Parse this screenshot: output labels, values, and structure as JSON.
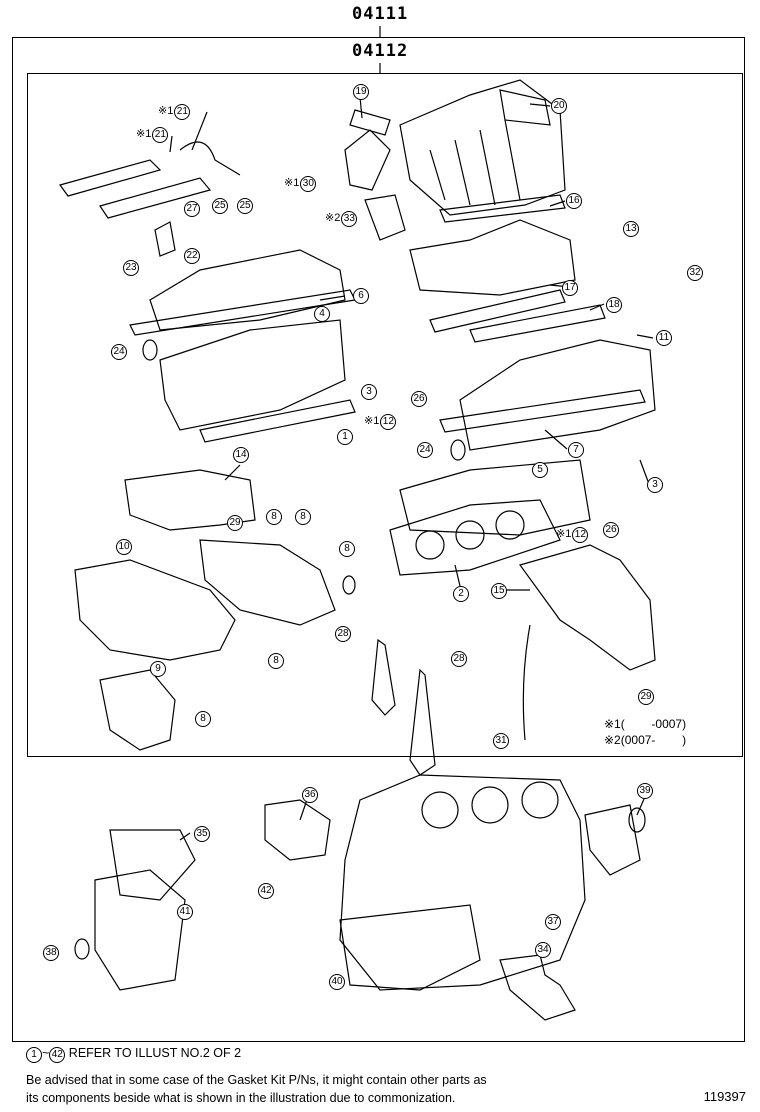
{
  "header": {
    "kit_code": "04111",
    "sub_kit_code": "04112"
  },
  "legend": [
    {
      "mark": "※1",
      "text": "(        -0007)"
    },
    {
      "mark": "※2",
      "text": "(0007-        )"
    }
  ],
  "callouts": [
    {
      "mark": "※1",
      "num": "21"
    },
    {
      "mark": "※1",
      "num": "21"
    },
    {
      "mark": "",
      "num": "19"
    },
    {
      "mark": "",
      "num": "20"
    },
    {
      "mark": "※1",
      "num": "30"
    },
    {
      "mark": "",
      "num": "25"
    },
    {
      "mark": "",
      "num": "25"
    },
    {
      "mark": "",
      "num": "27"
    },
    {
      "mark": "※2",
      "num": "33"
    },
    {
      "mark": "",
      "num": "16"
    },
    {
      "mark": "",
      "num": "22"
    },
    {
      "mark": "",
      "num": "23"
    },
    {
      "mark": "",
      "num": "13"
    },
    {
      "mark": "",
      "num": "32"
    },
    {
      "mark": "",
      "num": "17"
    },
    {
      "mark": "",
      "num": "6"
    },
    {
      "mark": "",
      "num": "18"
    },
    {
      "mark": "",
      "num": "4"
    },
    {
      "mark": "",
      "num": "11"
    },
    {
      "mark": "",
      "num": "24"
    },
    {
      "mark": "",
      "num": "3"
    },
    {
      "mark": "",
      "num": "26"
    },
    {
      "mark": "※1",
      "num": "12"
    },
    {
      "mark": "",
      "num": "1"
    },
    {
      "mark": "",
      "num": "24"
    },
    {
      "mark": "",
      "num": "7"
    },
    {
      "mark": "",
      "num": "3"
    },
    {
      "mark": "",
      "num": "14"
    },
    {
      "mark": "",
      "num": "5"
    },
    {
      "mark": "",
      "num": "8"
    },
    {
      "mark": "",
      "num": "8"
    },
    {
      "mark": "",
      "num": "29"
    },
    {
      "mark": "※1",
      "num": "12"
    },
    {
      "mark": "",
      "num": "26"
    },
    {
      "mark": "",
      "num": "10"
    },
    {
      "mark": "",
      "num": "8"
    },
    {
      "mark": "",
      "num": "2"
    },
    {
      "mark": "",
      "num": "15"
    },
    {
      "mark": "",
      "num": "28"
    },
    {
      "mark": "",
      "num": "8"
    },
    {
      "mark": "",
      "num": "28"
    },
    {
      "mark": "",
      "num": "9"
    },
    {
      "mark": "",
      "num": "29"
    },
    {
      "mark": "",
      "num": "8"
    },
    {
      "mark": "",
      "num": "31"
    },
    {
      "mark": "",
      "num": "36"
    },
    {
      "mark": "",
      "num": "39"
    },
    {
      "mark": "",
      "num": "35"
    },
    {
      "mark": "",
      "num": "42"
    },
    {
      "mark": "",
      "num": "41"
    },
    {
      "mark": "",
      "num": "37"
    },
    {
      "mark": "",
      "num": "38"
    },
    {
      "mark": "",
      "num": "34"
    },
    {
      "mark": "",
      "num": "40"
    }
  ],
  "footer": {
    "range_start": "1",
    "range_tilde": "~",
    "range_end": "42",
    "range_text": "REFER TO ILLUST NO.2 OF 2",
    "note_line1": "Be advised that in some case of the Gasket Kit P/Ns,  it might contain other parts as",
    "note_line2": "its components beside what is shown in the illustration due to commonization.",
    "illustration_number": "119397"
  }
}
